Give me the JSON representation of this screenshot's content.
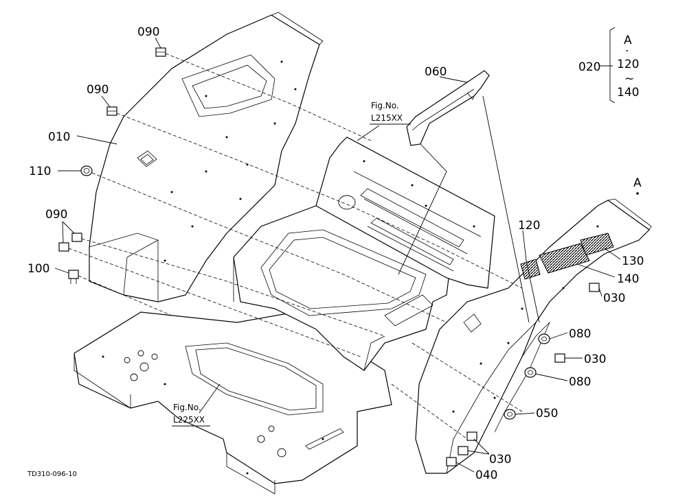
{
  "callouts": {
    "p090a": "090",
    "p090b": "090",
    "p090c": "090",
    "p010": "010",
    "p110": "110",
    "p100": "100",
    "p060": "060",
    "p020": "020",
    "p120": "120",
    "p130": "130",
    "p140": "140",
    "p030a": "030",
    "p030b": "030",
    "p030c": "030",
    "p080a": "080",
    "p080b": "080",
    "p050": "050",
    "p040": "040"
  },
  "bracket": {
    "top": "A",
    "dot": "·",
    "from": "120",
    "tilde": "~",
    "to": "140"
  },
  "marker_a": "A",
  "references": {
    "fig1_line1": "Fig.No.",
    "fig1_line2": "L215XX",
    "fig2_line1": "Fig.No.",
    "fig2_line2": "L225XX"
  },
  "drawing_code": "TD310-096-10"
}
